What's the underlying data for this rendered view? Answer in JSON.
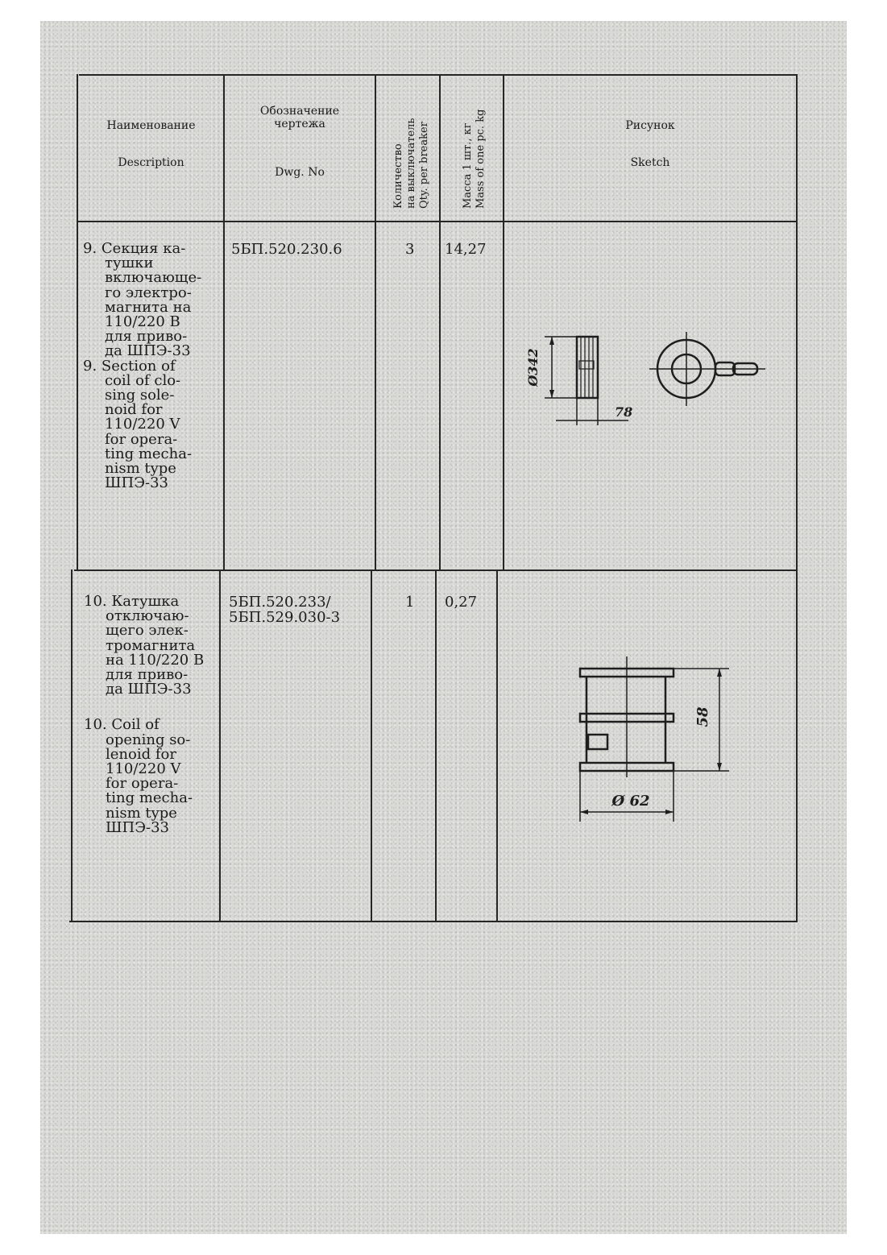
{
  "table": {
    "header": {
      "description_ru": "Наименование",
      "description_en": "Description",
      "dwg_ru_line1": "Обозначение",
      "dwg_ru_line2": "чертежа",
      "dwg_en": "Dwg. No",
      "qty_ru_line1": "Количество",
      "qty_ru_line2": "на выключатель",
      "qty_en": "Qty. per breaker",
      "mass_ru": "Масса 1 шт., кг",
      "mass_en": "Mass of one pc. kg",
      "sketch_ru": "Рисунок",
      "sketch_en": "Sketch"
    },
    "rows": [
      {
        "desc_lines": [
          "9. Секция ка-",
          "тушки",
          "включающе-",
          "го электро-",
          "магнита на",
          "110/220 В",
          "для приво-",
          "да ШПЭ-33",
          "9. Section of",
          "coil of clo-",
          "sing sole-",
          "noid for",
          "110/220 V",
          "for opera-",
          "ting mecha-",
          "nism type",
          "ШПЭ-33"
        ],
        "dwg": [
          "5БП.520.230.6"
        ],
        "qty": "3",
        "mass": "14,27",
        "sketch": {
          "dim_diameter": "Ø342",
          "dim_width": "78"
        }
      },
      {
        "desc_lines": [
          "10. Катушка",
          "отключаю-",
          "щего элек-",
          "тромагнита",
          "на 110/220 В",
          "для приво-",
          "да ШПЭ-33",
          "",
          "10. Coil of",
          "opening so-",
          "lenoid for",
          "110/220 V",
          "for opera-",
          "ting mecha-",
          "nism type",
          "ШПЭ-33"
        ],
        "dwg": [
          "5БП.520.233/",
          "5БП.529.030-3"
        ],
        "qty": "1",
        "mass": "0,27",
        "sketch": {
          "dim_height": "58",
          "dim_diameter": "Ø 62"
        }
      }
    ]
  }
}
